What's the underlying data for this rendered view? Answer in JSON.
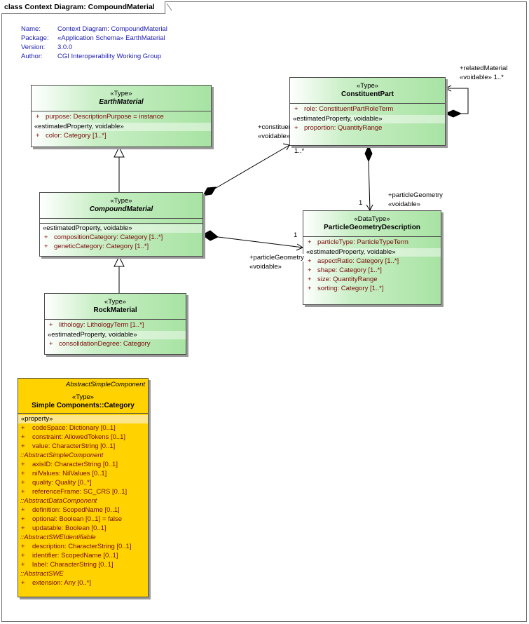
{
  "frame": {
    "title": "class Context Diagram: CompoundMaterial"
  },
  "info": [
    {
      "key": "Name:",
      "value": "Context Diagram: CompoundMaterial"
    },
    {
      "key": "Package:",
      "value": "«Application Schema» EarthMaterial"
    },
    {
      "key": "Version:",
      "value": "3.0.0"
    },
    {
      "key": "Author:",
      "value": "CGI Interoperability Working Group"
    }
  ],
  "classes": {
    "earth_material": {
      "stereotype": "«Type»",
      "name": "EarthMaterial",
      "attrs1": [
        {
          "v": "+",
          "t": "purpose:  DescriptionPurpose = instance"
        }
      ],
      "group": "«estimatedProperty, voidable»",
      "attrs2": [
        {
          "v": "+",
          "t": "color:  Category [1..*]"
        }
      ]
    },
    "constituent_part": {
      "stereotype": "«Type»",
      "name": "ConstituentPart",
      "attrs1": [
        {
          "v": "+",
          "t": "role:  ConstituentPartRoleTerm"
        }
      ],
      "group": "«estimatedProperty, voidable»",
      "attrs2": [
        {
          "v": "+",
          "t": "proportion:  QuantityRange"
        }
      ]
    },
    "compound_material": {
      "stereotype": "«Type»",
      "name": "CompoundMaterial",
      "group": "«estimatedProperty, voidable»",
      "attrs2": [
        {
          "v": "+",
          "t": "compositionCategory:  Category [1..*]"
        },
        {
          "v": "+",
          "t": "geneticCategory:  Category [1..*]"
        }
      ]
    },
    "particle_geometry": {
      "stereotype": "«DataType»",
      "name": "ParticleGeometryDescription",
      "attrs1": [
        {
          "v": "+",
          "t": "particleType:  ParticleTypeTerm"
        }
      ],
      "group": "«estimatedProperty, voidable»",
      "attrs2": [
        {
          "v": "+",
          "t": "aspectRatio:  Category [1..*]"
        },
        {
          "v": "+",
          "t": "shape:  Category [1..*]"
        },
        {
          "v": "+",
          "t": "size:  QuantityRange"
        },
        {
          "v": "+",
          "t": "sorting:  Category [1..*]"
        }
      ]
    },
    "rock_material": {
      "stereotype": "«Type»",
      "name": "RockMaterial",
      "attrs1": [
        {
          "v": "+",
          "t": "lithology:  LithologyTerm [1..*]"
        }
      ],
      "group": "«estimatedProperty, voidable»",
      "attrs2": [
        {
          "v": "+",
          "t": "consolidationDegree:  Category"
        }
      ]
    }
  },
  "category": {
    "parent": "AbstractSimpleComponent",
    "stereotype": "«Type»",
    "name": "Simple Components::Category",
    "group": "«property»",
    "own": [
      {
        "v": "+",
        "t": "codeSpace:  Dictionary [0..1]"
      },
      {
        "v": "+",
        "t": "constraint:  AllowedTokens [0..1]"
      },
      {
        "v": "+",
        "t": "value:  CharacterString [0..1]"
      }
    ],
    "inherited": [
      {
        "from": "::AbstractSimpleComponent",
        "attrs": [
          {
            "v": "+",
            "t": "axisID:  CharacterString [0..1]"
          },
          {
            "v": "+",
            "t": "nilValues:  NilValues [0..1]"
          },
          {
            "v": "+",
            "t": "quality:  Quality [0..*]"
          },
          {
            "v": "+",
            "t": "referenceFrame:  SC_CRS [0..1]"
          }
        ]
      },
      {
        "from": "::AbstractDataComponent",
        "attrs": [
          {
            "v": "+",
            "t": "definition:  ScopedName [0..1]"
          },
          {
            "v": "+",
            "t": "optional:  Boolean [0..1] = false"
          },
          {
            "v": "+",
            "t": "updatable:  Boolean [0..1]"
          }
        ]
      },
      {
        "from": "::AbstractSWEIdentifiable",
        "attrs": [
          {
            "v": "+",
            "t": "description:  CharacterString [0..1]"
          },
          {
            "v": "+",
            "t": "identifier:  ScopedName [0..1]"
          },
          {
            "v": "+",
            "t": "label:  CharacterString [0..1]"
          }
        ]
      },
      {
        "from": "::AbstractSWE",
        "attrs": [
          {
            "v": "+",
            "t": "extension:  Any [0..*]"
          }
        ]
      }
    ]
  },
  "labels": {
    "related_role": "+relatedMaterial",
    "related_stereo": "«voidable» 1..*",
    "constituent_role": "+constituent",
    "constituent_stereo": "«voidable»",
    "constituent_mult": "1..*",
    "pg_role_a": "+particleGeometry",
    "pg_stereo_a": "«voidable»",
    "pg_mult_a": "1",
    "pg_role_b": "+particleGeometry",
    "pg_stereo_b": "«voidable»",
    "pg_mult_b": "1"
  },
  "colors": {
    "class_fill": "#a8e3a3",
    "category_fill": "#ffd200",
    "info_text": "#1c1cb3",
    "attr_text": "#7a0a0a"
  }
}
